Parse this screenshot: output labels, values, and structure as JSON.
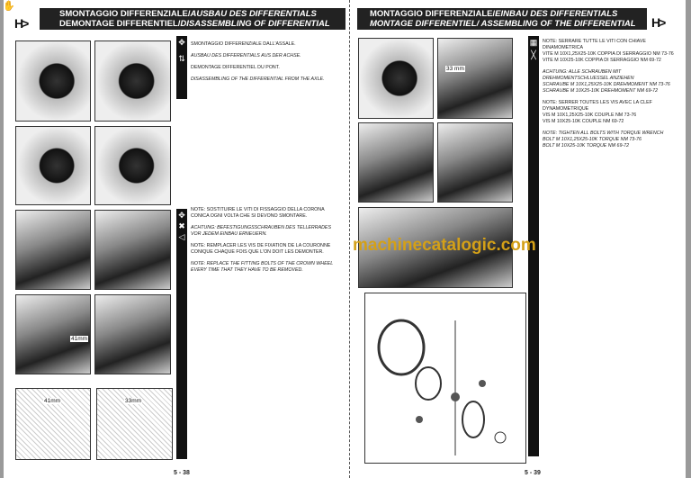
{
  "left_page": {
    "header_line1": "SMONTAGGIO DIFFERENZIALE/",
    "header_line1_italic": "AUSBAU DES DIFFERENTIALS",
    "header_line2": "DEMONTAGE DIFFERENTIEL/",
    "header_line2_italic": "DISASSEMBLING OF DIFFERENTIAL",
    "logo": "H>",
    "section1": [
      "SMONTAGGIO DIFFERENZIALE DALL'ASSALE.",
      "AUSBAU DES DIFFERENTIALS AUS DER ACHSE.",
      "DEMONTAGE DIFFERENTIEL DU PONT.",
      "DISASSEMBLING OF THE DIFFERENTIAL FROM THE AXLE."
    ],
    "section2": [
      "NOTE: SOSTITUIRE LE VITI DI FISSAGGIO DELLA CORONA CONICA OGNI VOLTA CHE SI DEVONO SMONTARE.",
      "ACHTUNG: BEFESTIGUNGSSCHRAUBEN DES TELLERRADES VOR JEDEM EINBAU ERNEUERN.",
      "NOTE: REMPLACER LES VIS DE FIXATION DE LA COURONNE CONIQUE CHAQUE FOIS QUE L'ON DOIT LES DEMONTER.",
      "NOTE: REPLACE THE FITTING BOLTS OF THE CROWN WHEEL EVERY TIME THAT THEY HAVE TO BE REMOVED."
    ],
    "dim_label_a": "41mm",
    "dim_label_b": "41mm",
    "dim_label_c": "33mm",
    "page_number": "5 - 38"
  },
  "right_page": {
    "header_line1": "MONTAGGIO DIFFERENZIALE/",
    "header_line1_italic": "EINBAU DES DIFFERENTIALS",
    "header_line2": "MONTAGE DIFFERENTIEL/ ASSEMBLING OF THE DIFFERENTIAL",
    "logo": "H>",
    "dim_label": "33 mm",
    "notes": [
      [
        "NOTE: SERRARE TUTTE LE VITI CON CHIAVE DINAMOMETRICA",
        "VITE M 10X1,25X25-10K COPPIA DI SERRAGGIO Nm 73-76",
        "VITE M 10X25-10K COPPIA DI SERRAGGIO Nm 69-72"
      ],
      [
        "ACHTUNG: ALLE SCHRAUBEN MIT DREHMOMENTSCHLUESSEL ANZIEHEN",
        "SCHRAUBE M 10X1,25X25-10K DREHMOMENT Nm 73-76",
        "SCHRAUBE M 10X25-10K DREHMOMENT Nm 69-72"
      ],
      [
        "NOTE: SERRER TOUTES LES VIS AVEC LA CLEF DYNAMOMETRIQUE",
        "VIS M 10X1,25X25-10K COUPLE Nm 73-76",
        "VIS M 10X25-10K COUPLE Nm 69-72"
      ],
      [
        "NOTE: TIGHTEN ALL BOLTS WITH TORQUE WRENCH",
        "BOLT M 10X1,25X25-10K TORQUE Nm 73-76",
        "BOLT M 10X25-10K TORQUE Nm 69-72"
      ]
    ],
    "page_number": "5 - 39"
  },
  "watermark": "machinecatalogic.com",
  "colors": {
    "watermark": "#d4a017",
    "header_bg": "#222222",
    "side_strip": "#9a9a9a"
  }
}
